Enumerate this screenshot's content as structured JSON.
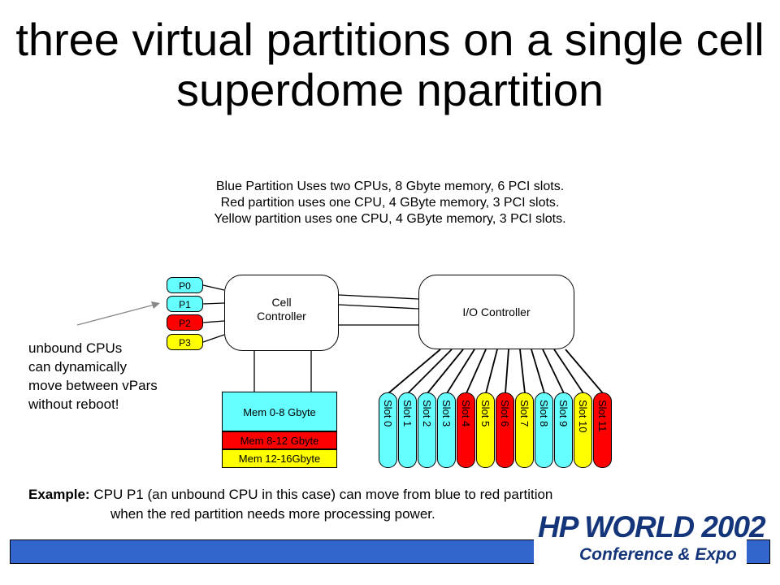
{
  "title": "three virtual partitions on a single cell superdome npartition",
  "subtitle": {
    "line1": "Blue Partition Uses two CPUs, 8 Gbyte memory, 6 PCI slots.",
    "line2": "Red partition uses one CPU, 4 GByte memory, 3 PCI slots.",
    "line3": "Yellow partition uses one CPU, 4 GByte memory, 3 PCI slots."
  },
  "colors": {
    "blue": "#66ffff",
    "red": "#ff0000",
    "yellow": "#ffff00",
    "footer": "#3366cc",
    "logo": "#14357a"
  },
  "cpus": [
    {
      "label": "P0",
      "color": "#66ffff"
    },
    {
      "label": "P1",
      "color": "#66ffff"
    },
    {
      "label": "P2",
      "color": "#ff0000"
    },
    {
      "label": "P3",
      "color": "#ffff00"
    }
  ],
  "cell_controller": {
    "line1": "Cell",
    "line2": "Controller"
  },
  "io_controller": "I/O Controller",
  "memory": [
    {
      "label": "Mem 0-8 Gbyte",
      "color": "#66ffff"
    },
    {
      "label": "Mem 8-12 Gbyte",
      "color": "#ff0000"
    },
    {
      "label": "Mem 12-16Gbyte",
      "color": "#ffff00"
    }
  ],
  "slots": [
    {
      "label": "Slot 0",
      "color": "#66ffff"
    },
    {
      "label": "Slot 1",
      "color": "#66ffff"
    },
    {
      "label": "Slot 2",
      "color": "#66ffff"
    },
    {
      "label": "Slot 3",
      "color": "#66ffff"
    },
    {
      "label": "Slot 4",
      "color": "#ff0000"
    },
    {
      "label": "Slot 5",
      "color": "#ffff00"
    },
    {
      "label": "Slot 6",
      "color": "#ff0000"
    },
    {
      "label": "Slot 7",
      "color": "#ffff00"
    },
    {
      "label": "Slot 8",
      "color": "#66ffff"
    },
    {
      "label": "Slot 9",
      "color": "#66ffff"
    },
    {
      "label": "Slot 10",
      "color": "#ffff00"
    },
    {
      "label": "Slot 11",
      "color": "#ff0000"
    }
  ],
  "note": {
    "line1": "unbound CPUs",
    "line2": "can dynamically",
    "line3": "move between vPars",
    "line4": "without reboot!"
  },
  "example": {
    "label": "Example:",
    "line1": "CPU P1 (an unbound CPU in this case) can move from blue to red partition",
    "line2": "when the red partition needs more processing power."
  },
  "logo": {
    "main": "HP WORLD 2002",
    "sub": "Conference & Expo"
  }
}
